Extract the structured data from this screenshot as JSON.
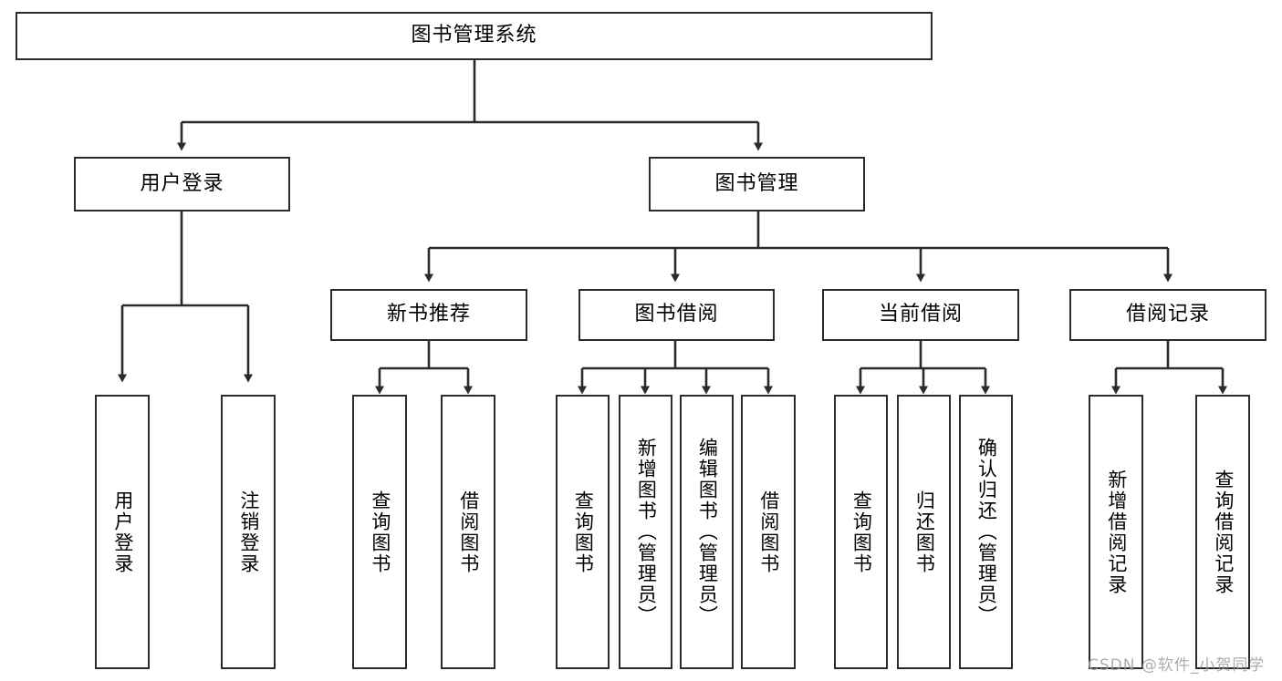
{
  "diagram": {
    "type": "tree-hierarchy",
    "title": "图书管理系统",
    "root": {
      "label": "图书管理系统"
    },
    "level2": [
      {
        "label": "用户登录"
      },
      {
        "label": "图书管理"
      }
    ],
    "level3": [
      {
        "label": "新书推荐"
      },
      {
        "label": "图书借阅"
      },
      {
        "label": "当前借阅"
      },
      {
        "label": "借阅记录"
      }
    ],
    "leaves": {
      "user_login": [
        {
          "label": "用户登录"
        },
        {
          "label": "注销登录"
        }
      ],
      "new_book_recommend": [
        {
          "label": "查询图书"
        },
        {
          "label": "借阅图书"
        }
      ],
      "book_borrow": [
        {
          "label": "查询图书"
        },
        {
          "label": "新增图书（管理员）"
        },
        {
          "label": "编辑图书（管理员）"
        },
        {
          "label": "借阅图书"
        }
      ],
      "current_borrow": [
        {
          "label": "查询图书"
        },
        {
          "label": "归还图书"
        },
        {
          "label": "确认归还（管理员）"
        }
      ],
      "borrow_record": [
        {
          "label": "新增借阅记录"
        },
        {
          "label": "查询借阅记录"
        }
      ]
    }
  },
  "watermark": {
    "text": "CSDN @软件_小贺同学"
  },
  "colors": {
    "stroke": "#2b2b2b",
    "background": "#ffffff",
    "text": "#000000",
    "watermark": "#9e9e9e"
  }
}
